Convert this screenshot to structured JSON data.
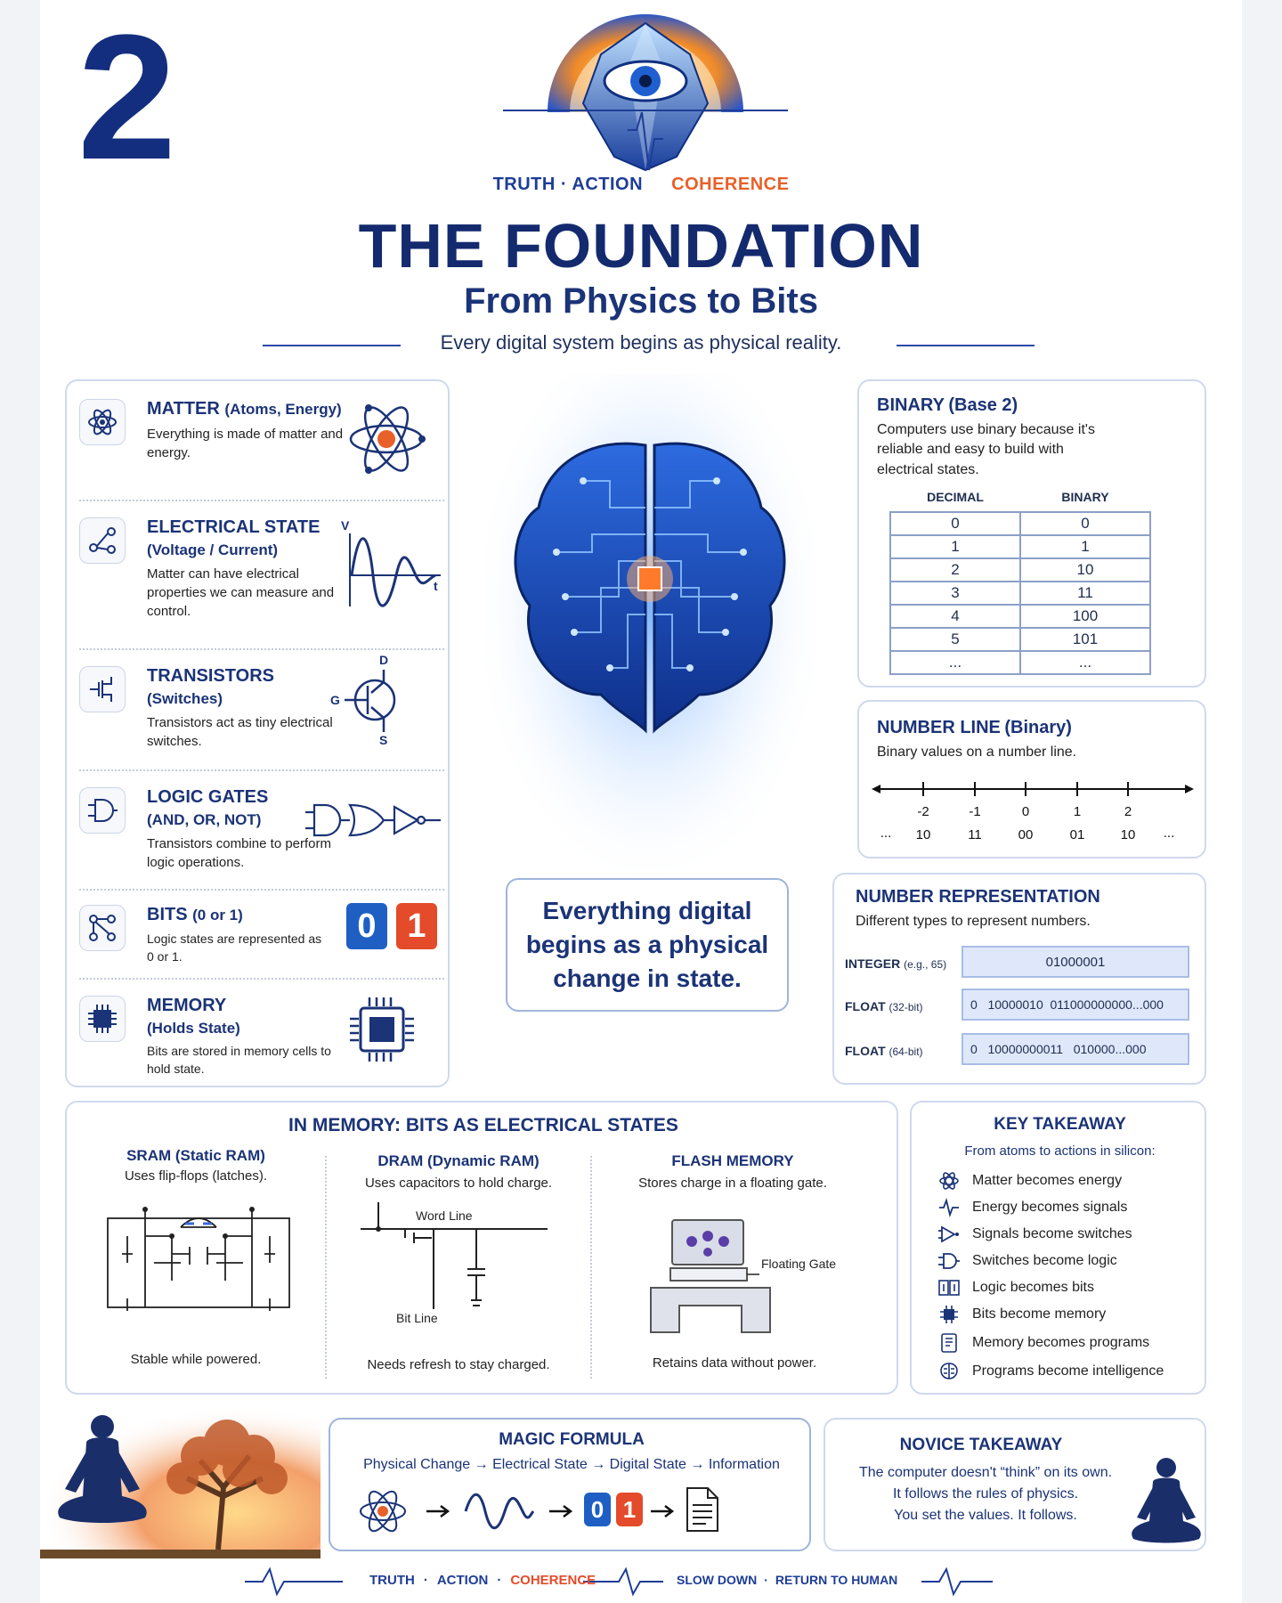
{
  "page_number": "2",
  "brand": {
    "truth": "TRUTH",
    "sep1": "·",
    "action": "ACTION",
    "coherence": "COHERENCE"
  },
  "title": "THE FOUNDATION",
  "subtitle": "From Physics to Bits",
  "intro": "Every digital system begins as physical reality.",
  "left_sections": [
    {
      "title": "MATTER",
      "paren": "(Atoms, Energy)",
      "subtitle": "",
      "desc": "Everything is made of matter and energy.",
      "icon": "atom-icon"
    },
    {
      "title": "ELECTRICAL STATE",
      "paren": "",
      "subtitle": "(Voltage / Current)",
      "desc": "Matter can have electrical properties we can measure and control.",
      "icon": "circuit-nodes-icon"
    },
    {
      "title": "TRANSISTORS",
      "paren": "",
      "subtitle": "(Switches)",
      "desc": "Transistors act as tiny electrical switches.",
      "icon": "transistor-icon"
    },
    {
      "title": "LOGIC GATES",
      "paren": "",
      "subtitle": "(AND, OR, NOT)",
      "desc": "Transistors combine to perform logic operations.",
      "icon": "and-gate-icon"
    },
    {
      "title": "BITS",
      "paren": "(0 or 1)",
      "subtitle": "",
      "desc": "Logic states are represented as 0 or 1.",
      "icon": "graph-nodes-icon"
    },
    {
      "title": "MEMORY",
      "paren": "",
      "subtitle": "(Holds State)",
      "desc": "Bits are stored in memory cells to hold state.",
      "icon": "chip-icon"
    }
  ],
  "wave_labels": {
    "v": "V",
    "t": "t"
  },
  "transistor_labels": {
    "d": "D",
    "g": "G",
    "s": "S"
  },
  "bits": {
    "zero": "0",
    "one": "1"
  },
  "center_callout": "Everything digital begins as a physical change in state.",
  "binary": {
    "title": "BINARY",
    "paren": "(Base 2)",
    "desc": "Computers use binary because it's reliable and easy to build with electrical states.",
    "headers": [
      "DECIMAL",
      "BINARY"
    ],
    "rows": [
      [
        "0",
        "0"
      ],
      [
        "1",
        "1"
      ],
      [
        "2",
        "10"
      ],
      [
        "3",
        "11"
      ],
      [
        "4",
        "100"
      ],
      [
        "5",
        "101"
      ],
      [
        "...",
        "..."
      ]
    ]
  },
  "number_line": {
    "title": "NUMBER LINE",
    "paren": "(Binary)",
    "desc": "Binary values on a number line.",
    "ticks": [
      "-2",
      "-1",
      "0",
      "1",
      "2"
    ],
    "binary": [
      "10",
      "11",
      "00",
      "01",
      "10"
    ],
    "ellipsis": "..."
  },
  "number_representation": {
    "title": "NUMBER REPRESENTATION",
    "desc": "Different types to represent numbers.",
    "rows": [
      {
        "label": "INTEGER",
        "note": "(e.g., 65)",
        "value": "01000001"
      },
      {
        "label": "FLOAT",
        "note": "(32-bit)",
        "value": "0   10000010  011000000000...000"
      },
      {
        "label": "FLOAT",
        "note": "(64-bit)",
        "value": "0   10000000011   010000...000"
      }
    ]
  },
  "memory_section": {
    "title": "IN MEMORY:  BITS AS ELECTRICAL STATES",
    "sram": {
      "title": "SRAM (Static RAM)",
      "desc": "Uses flip-flops (latches).",
      "caption": "Stable while powered."
    },
    "dram": {
      "title": "DRAM (Dynamic RAM)",
      "desc": "Uses capacitors to hold charge.",
      "word_line": "Word Line",
      "bit_line": "Bit Line",
      "caption": "Needs refresh to stay charged."
    },
    "flash": {
      "title": "FLASH MEMORY",
      "desc": "Stores charge in a floating gate.",
      "gate_label": "Floating Gate",
      "caption": "Retains data without power."
    }
  },
  "key_takeaway": {
    "title": "KEY TAKEAWAY",
    "subtitle": "From atoms to actions in silicon:",
    "items": [
      {
        "text": "Matter becomes energy",
        "icon": "atom-icon"
      },
      {
        "text": "Energy becomes signals",
        "icon": "wave-icon"
      },
      {
        "text": "Signals become switches",
        "icon": "switch-gate-icon"
      },
      {
        "text": "Switches become logic",
        "icon": "and-gate-icon"
      },
      {
        "text": "Logic becomes bits",
        "icon": "bits-icon"
      },
      {
        "text": "Bits become memory",
        "icon": "chip-icon"
      },
      {
        "text": "Memory becomes programs",
        "icon": "program-icon"
      },
      {
        "text": "Programs become intelligence",
        "icon": "brain-icon"
      }
    ]
  },
  "magic_formula": {
    "title": "MAGIC FORMULA",
    "steps": "Physical Change → Electrical State → Digital State → Information"
  },
  "novice_takeaway": {
    "title": "NOVICE TAKEAWAY",
    "lines": [
      "The computer doesn't “think” on its own.",
      "It follows the rules of physics.",
      "You set the values. It follows."
    ]
  },
  "footer": {
    "truth": "TRUTH",
    "action": "ACTION",
    "coherence": "COHERENCE",
    "slow": "SLOW DOWN",
    "human": "RETURN TO HUMAN",
    "dot": "·"
  },
  "colors": {
    "navy": "#142a6e",
    "blue": "#1e5fd0",
    "orange": "#e8602a",
    "bit_zero": "#1f5fc4",
    "bit_one": "#e34b2a"
  }
}
